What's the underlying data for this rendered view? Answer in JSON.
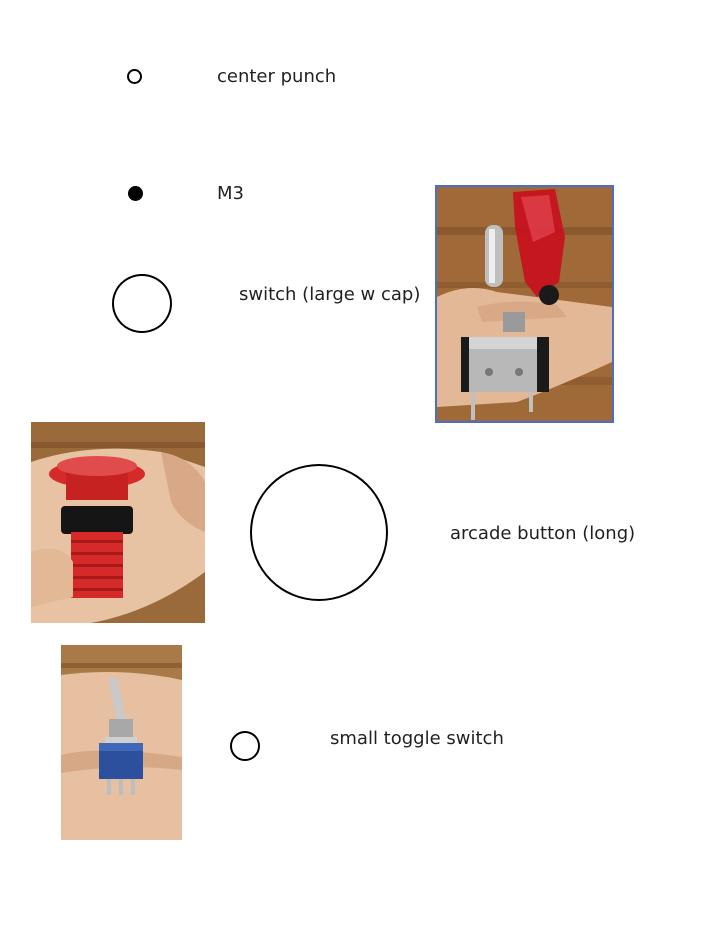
{
  "labels": {
    "center_punch": "center punch",
    "m3": "M3",
    "switch_large": "switch (large w cap)",
    "arcade_button": "arcade button (long)",
    "small_toggle": "small toggle switch"
  },
  "colors": {
    "outline": "#000000",
    "cap_red": "#c8101e",
    "button_red": "#d62a2a",
    "toggle_blue": "#2c4f9e",
    "photo_frame": "#4a6fc8",
    "wood": "#9a6a3a",
    "skin": "#e7c3a3"
  },
  "icons": {
    "center_punch": "center-punch-hole-icon",
    "m3": "m3-hole-icon"
  }
}
